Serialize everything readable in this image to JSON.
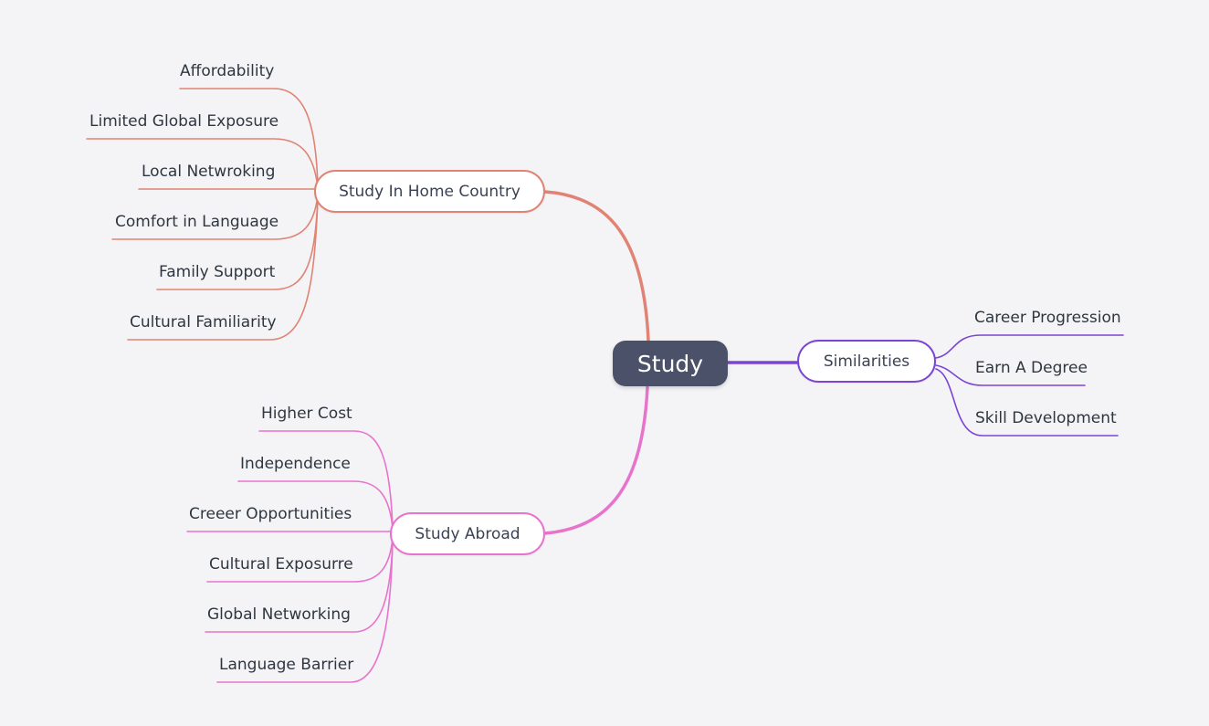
{
  "canvas": {
    "background": "#f4f4f6"
  },
  "root": {
    "label": "Study",
    "fill": "#4a5168",
    "text_color": "#ffffff"
  },
  "branches": [
    {
      "label": "Study In Home Country",
      "color": "#e08374",
      "children": [
        "Affordability",
        "Limited Global Exposure",
        "Local Netwroking",
        "Comfort in Language",
        "Family Support",
        "Cultural Familiarity"
      ]
    },
    {
      "label": "Study Abroad",
      "color": "#e873cc",
      "children": [
        "Higher Cost",
        "Independence",
        "Creeer Opportunities",
        "Cultural Exposurre",
        "Global Networking",
        "Language Barrier"
      ]
    },
    {
      "label": "Similarities",
      "color": "#7b45d3",
      "children": [
        "Career Progression",
        "Earn A Degree",
        "Skill Development"
      ]
    }
  ]
}
